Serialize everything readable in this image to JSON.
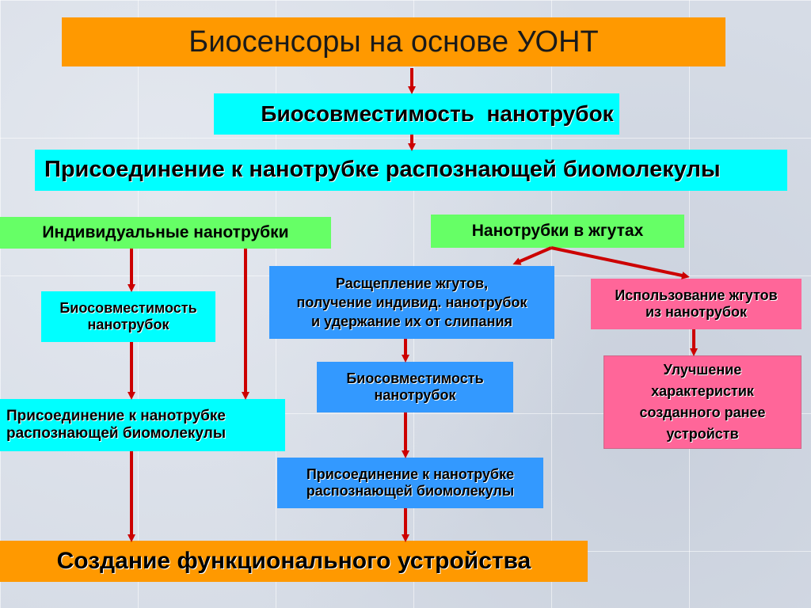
{
  "title": "Биосенсоры на основе УОНТ",
  "top": {
    "biocompat": "Биосовместимость  нанотрубок",
    "attach": "Присоединение к нанотрубке распознающей биомолекулы"
  },
  "left": {
    "header": "Индивидуальные нанотрубки",
    "biocompat_line1": "Биосовместимость",
    "biocompat_line2": "нанотрубок",
    "attach_line1": "Присоединение к нанотрубке",
    "attach_line2": "распознающей биомолекулы"
  },
  "right": {
    "header": "Нанотрубки в жгутах",
    "split_line1": "Расщепление жгутов,",
    "split_line2": "получение индивид. нанотрубок",
    "split_line3": "и удержание их от слипания",
    "biocompat_line1": "Биосовместимость",
    "biocompat_line2": "нанотрубок",
    "attach_line1": "Присоединение к нанотрубке",
    "attach_line2": "распознающей биомолекулы",
    "bundle_use_line1": "Использование жгутов",
    "bundle_use_line2": "из нанотрубок",
    "improve_line1": "Улучшение",
    "improve_line2": "характеристик",
    "improve_line3": "созданного ранее",
    "improve_line4": "устройств"
  },
  "bottom": {
    "result": "Создание функционального устройства"
  },
  "colors": {
    "title_box": "#ff9900",
    "cyan_box": "#00ffff",
    "green_box": "#66ff66",
    "blue_box": "#3399ff",
    "pink_box": "#ff6699",
    "arrow": "#cc0000"
  }
}
